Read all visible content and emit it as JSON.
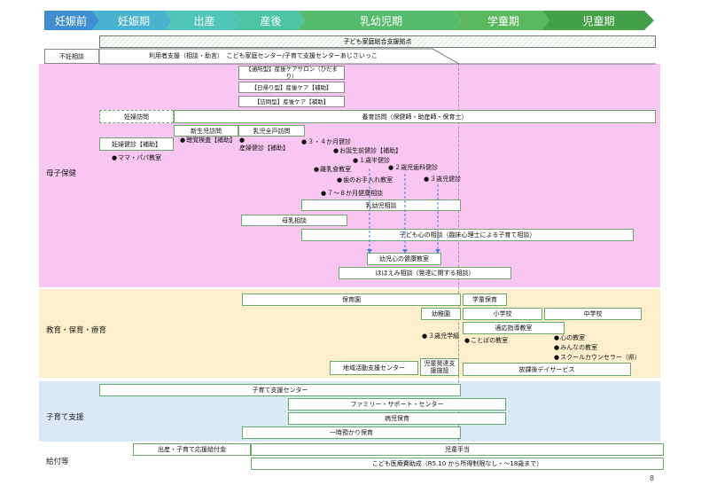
{
  "stages": [
    {
      "label": "妊娠前",
      "color": "#3f8fd0"
    },
    {
      "label": "妊娠期",
      "color": "#47b3cf"
    },
    {
      "label": "出産",
      "color": "#4ec5b6"
    },
    {
      "label": "産後",
      "color": "#4ec5a2"
    },
    {
      "label": "乳幼児期",
      "color": "#57bb6e"
    },
    {
      "label": "学童期",
      "color": "#5cb85c"
    },
    {
      "label": "児童期",
      "color": "#43a047"
    }
  ],
  "sections": {
    "boshi": "母子保健",
    "kyoiku": "教育・保育・療育",
    "kosodate": "子育て支援",
    "kyufu": "給付等"
  },
  "boxes": {
    "hub": "子ども家庭総合支援拠点",
    "funin": "不妊相談",
    "riyousha": "利用者支援（相談・助言）　こども家庭センター/子育て支援センターあじさいっこ",
    "tsusho": "【通所型】産後ケアサロン（ひだまり）",
    "higaeri": "【日帰り型】産後ケア【補助】",
    "homon": "【訪問型】産後ケア【補助】",
    "ninpu_homon": "妊婦訪問",
    "yoiku": "養育訪問（保健師・助産師・保育士）",
    "ninpu_kenshin": "妊婦健診【補助】",
    "shinseiji": "新生児訪問",
    "nyuji_zenko": "乳児全戸訪問",
    "nyuyoji_soudan": "乳幼児相談",
    "bonyu": "母乳相談",
    "kodomo_kokoro": "子ども心の相談（臨床心理士による子育て相談）",
    "yoji_kokoro": "幼児心の健康教室",
    "hohoemi": "ほほえみ相談（発達に関する相談）",
    "hoikuen": "保育園",
    "gakudo": "学童保育",
    "yochien": "幼稚園",
    "shogakko": "小学校",
    "chugakko": "中学校",
    "tekio": "適応指導教室",
    "chiiki": "地域活動支援センター",
    "jido_hattatsu": "児童発達支援施設",
    "hokago": "放課後デイサービス",
    "kosodate_center": "子育て支援センター",
    "family": "ファミリー・サポート・センター",
    "byoji": "病児保育",
    "ichiji": "一時預かり保育",
    "shussan_kyufu": "出産・子育て応援給付金",
    "jido_teate": "児童手当",
    "iryohi": "こども医療費助成（R5.10 から所得制限なし・～18歳まで）"
  },
  "dots": {
    "mama_papa": "ママ・パパ教室",
    "chokaku": "聴覚検査【補助】",
    "sangoshin": "産婦健診【補助】",
    "m34": "３・４か月健診",
    "otanjo": "お誕生前健診【補助】",
    "y1": "１歳半健診",
    "rinyu": "離乳食教室",
    "shika2": "２歳児歯科健診",
    "ha": "歯のお手入れ教室",
    "y3": "３歳児健診",
    "m78": "７～８か月健康相談",
    "sai3": "３歳児学級",
    "kotoba": "ことばの教室",
    "kokoro": "心の教室",
    "minna": "みんなの教室",
    "sc": "スクールカウンセラー（県）"
  },
  "page_number": "8"
}
